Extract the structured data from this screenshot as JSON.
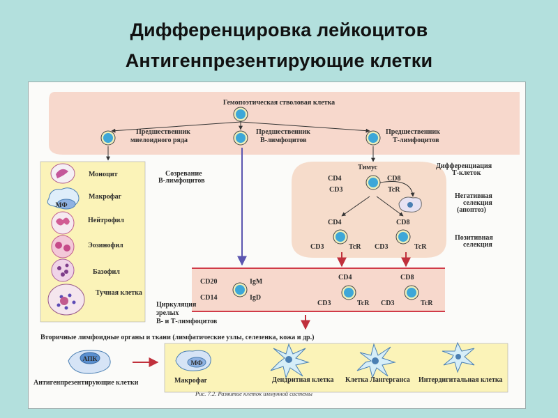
{
  "title": {
    "line1": "Дифференцировка лейкоцитов",
    "line2": "Антигенпрезентирующие клетки"
  },
  "top": {
    "stem_cell": "Гемопоэтическая стволовая клетка",
    "myeloid_precursor": [
      "Предшественник",
      "миелоидного ряда"
    ],
    "b_precursor": [
      "Предшественник",
      "В-лимфоцитов"
    ],
    "t_precursor": [
      "Предшественник",
      "Т-лимфоцитов"
    ]
  },
  "myeloid_cells": [
    "Моноцит",
    "Макрофаг",
    "Нейтрофил",
    "Эозинофил",
    "Базофил",
    "Тучная клетка"
  ],
  "mf_abbrev": "МФ",
  "b_maturation": [
    "Созревание",
    "В-лимфоцитов"
  ],
  "thymus": {
    "title": "Тимус",
    "cd4": "CD4",
    "cd8": "CD8",
    "cd3": "CD3",
    "tcr": "TcR",
    "t_diff": [
      "Дифференциация",
      "Т-клеток"
    ],
    "neg_sel": [
      "Негативная",
      "селекция",
      "(апоптоз)"
    ],
    "pos_sel": [
      "Позитивная",
      "селекция"
    ]
  },
  "circulation": {
    "cd20": "CD20",
    "igm": "IgM",
    "cd14": "CD14",
    "igd": "IgD",
    "label": [
      "Циркуляция",
      "зрелых",
      "В- и Т-лимфоцитов"
    ]
  },
  "secondary": "Вторичные лимфоидные органы и ткани (лимфатические узлы, селезенка, кожа и др.)",
  "apc": {
    "abbrev": "АПК",
    "label": "Антигенпрезентирующие клетки",
    "macrophage": "Макрофаг",
    "dendritic": "Дендритная клетка",
    "langerhans": "Клетка Лангерганса",
    "interdigital": "Интердигитальная клетка"
  },
  "caption": "Рис. 7.2. Развитие клеток иммунной системы",
  "colors": {
    "background": "#b3e0dd",
    "pink_band": "#f7d8cc",
    "yellow_panel": "#fbf3b8",
    "thymus_panel": "#f6dccb",
    "red_line": "#d03a48",
    "blue_arrow": "#5b55b0",
    "cell_fill": "#3da7d8"
  }
}
